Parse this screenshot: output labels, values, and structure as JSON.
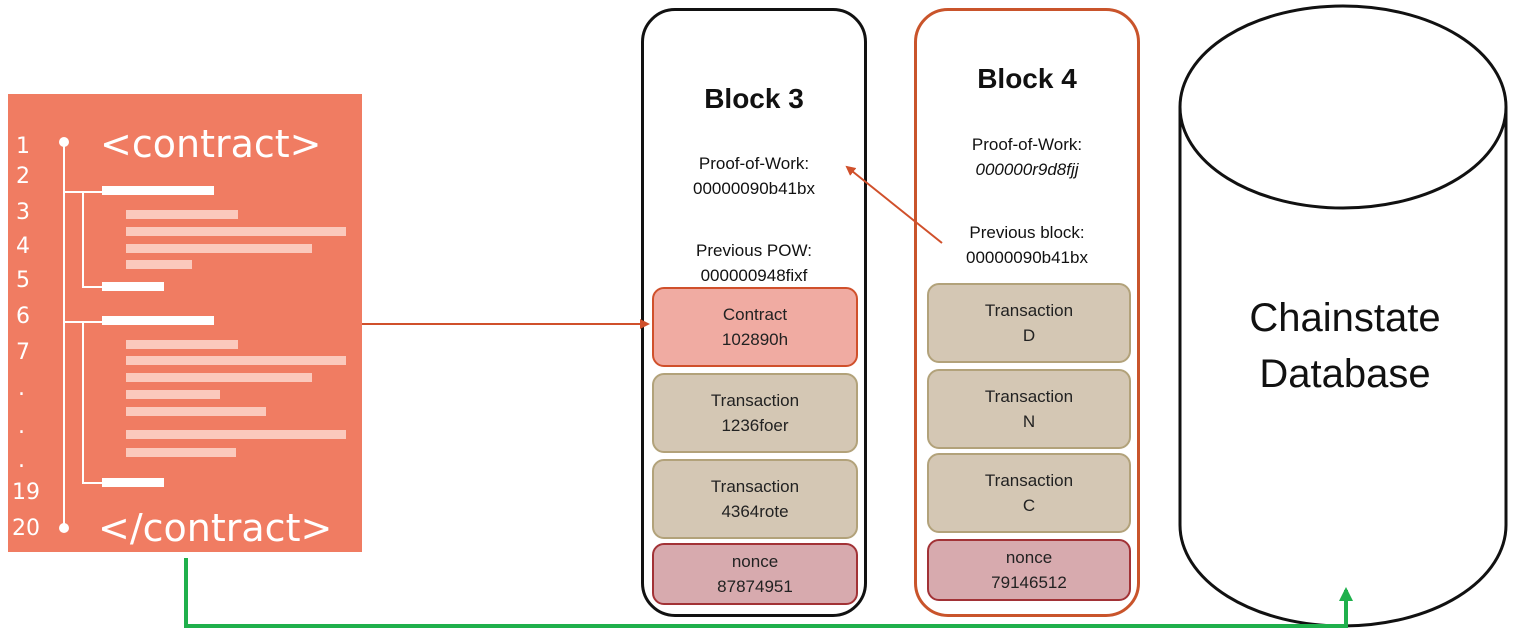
{
  "contract_code": {
    "open_tag": "<contract>",
    "close_tag": "</contract>",
    "line_numbers": [
      "1",
      "2",
      "3",
      "4",
      "5",
      "6",
      "7",
      ".",
      ".",
      ".",
      "19",
      "20"
    ]
  },
  "block3": {
    "title": "Block 3",
    "pow_label": "Proof-of-Work:",
    "pow_value": "00000090b41bx",
    "prev_label": "Previous POW:",
    "prev_value": "000000948fixf",
    "items": [
      {
        "kind": "contract",
        "line1": "Contract",
        "line2": "102890h"
      },
      {
        "kind": "tx",
        "line1": "Transaction",
        "line2": "1236foer"
      },
      {
        "kind": "tx",
        "line1": "Transaction",
        "line2": "4364rote"
      },
      {
        "kind": "nonce",
        "line1": "nonce",
        "line2": "87874951"
      }
    ]
  },
  "block4": {
    "title": "Block 4",
    "pow_label": "Proof-of-Work:",
    "pow_value": "000000r9d8fjj",
    "prev_label": "Previous block:",
    "prev_value": "00000090b41bx",
    "items": [
      {
        "kind": "tx",
        "line1": "Transaction",
        "line2": "D"
      },
      {
        "kind": "tx",
        "line1": "Transaction",
        "line2": "N"
      },
      {
        "kind": "tx",
        "line1": "Transaction",
        "line2": "C"
      },
      {
        "kind": "nonce",
        "line1": "nonce",
        "line2": "79146512"
      }
    ]
  },
  "database": {
    "line1": "Chainstate",
    "line2": "Database"
  },
  "colors": {
    "contract_panel": "#f07c62",
    "block3_border": "#111111",
    "block4_border": "#c9542b",
    "arrow_orange": "#d0502b",
    "arrow_green": "#1fb04c"
  }
}
